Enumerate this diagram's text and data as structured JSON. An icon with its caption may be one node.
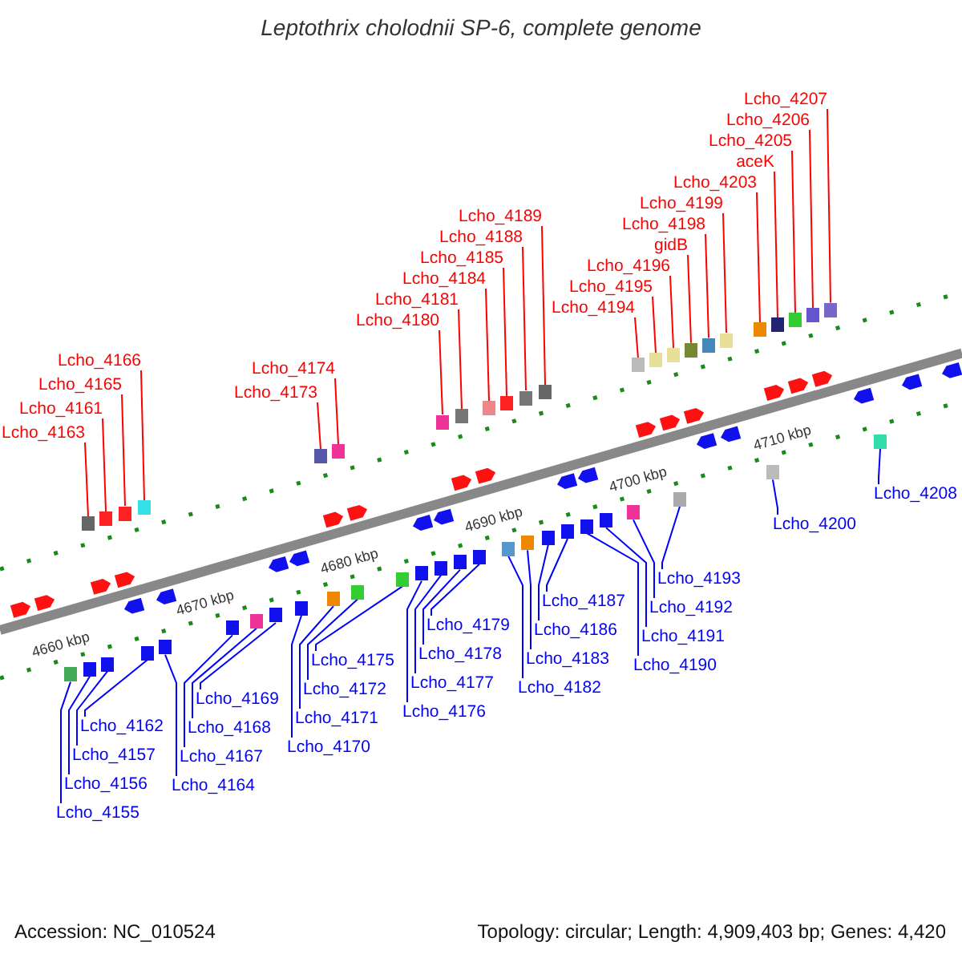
{
  "diagram": {
    "title": "Leptothrix cholodnii SP-6, complete genome",
    "nodes": [
      {
        "text": [
          "Lcho_4163"
        ]
      },
      {
        "text": [],
        "shape": "box"
      },
      {
        "text": [
          "Lcho_4161"
        ]
      },
      {
        "text": [],
        "shape": "box"
      },
      {
        "text": [
          "Lcho_4165"
        ]
      },
      {
        "text": [],
        "shape": "box"
      },
      {
        "text": [
          "Lcho_4166"
        ]
      },
      {
        "text": [],
        "shape": "box"
      },
      {
        "text": [
          "Lcho_4173"
        ]
      },
      {
        "text": [],
        "shape": "box"
      },
      {
        "text": [
          "Lcho_4174"
        ]
      },
      {
        "text": [],
        "shape": "box"
      },
      {
        "text": [
          "Lcho_4180"
        ]
      },
      {
        "text": [],
        "shape": "box"
      },
      {
        "text": [
          "Lcho_4181"
        ]
      },
      {
        "text": [],
        "shape": "box"
      },
      {
        "text": [
          "Lcho_4184"
        ]
      },
      {
        "text": [],
        "shape": "box"
      },
      {
        "text": [
          "Lcho_4185"
        ]
      },
      {
        "text": [],
        "shape": "box"
      },
      {
        "text": [
          "Lcho_4188"
        ]
      },
      {
        "text": [],
        "shape": "box"
      },
      {
        "text": [
          "Lcho_4189"
        ]
      },
      {
        "text": [],
        "shape": "box"
      },
      {
        "text": [
          "Lcho_4194"
        ]
      },
      {
        "text": [],
        "shape": "box"
      },
      {
        "text": [
          "Lcho_4195"
        ]
      },
      {
        "text": [],
        "shape": "box"
      },
      {
        "text": [
          "Lcho_4196"
        ]
      },
      {
        "text": [],
        "shape": "box"
      },
      {
        "text": [
          "gidB"
        ]
      },
      {
        "text": [],
        "shape": "box"
      },
      {
        "text": [
          "Lcho_4198"
        ]
      },
      {
        "text": [],
        "shape": "box"
      },
      {
        "text": [
          "Lcho_4199"
        ]
      },
      {
        "text": [],
        "shape": "box"
      },
      {
        "text": [
          "Lcho_4203"
        ]
      },
      {
        "text": [],
        "shape": "box"
      },
      {
        "text": [
          "aceK"
        ]
      },
      {
        "text": [],
        "shape": "box"
      },
      {
        "text": [
          "Lcho_4205"
        ]
      },
      {
        "text": [],
        "shape": "box"
      },
      {
        "text": [
          "Lcho_4206"
        ]
      },
      {
        "text": [],
        "shape": "box"
      },
      {
        "text": [
          "Lcho_4207"
        ]
      },
      {
        "text": [],
        "shape": "box"
      },
      {
        "text": [
          "Lcho_4155"
        ]
      },
      {
        "text": [],
        "shape": "box"
      },
      {
        "text": [
          "Lcho_4156"
        ]
      },
      {
        "text": [],
        "shape": "box"
      },
      {
        "text": [
          "Lcho_4157"
        ]
      },
      {
        "text": [],
        "shape": "box"
      },
      {
        "text": [
          "Lcho_4162"
        ]
      },
      {
        "text": [],
        "shape": "box"
      },
      {
        "text": [
          "Lcho_4164"
        ]
      },
      {
        "text": [],
        "shape": "box"
      },
      {
        "text": [
          "Lcho_4167"
        ]
      },
      {
        "text": [],
        "shape": "box"
      },
      {
        "text": [
          "Lcho_4168"
        ]
      },
      {
        "text": [],
        "shape": "box"
      },
      {
        "text": [
          "Lcho_4169"
        ]
      },
      {
        "text": [],
        "shape": "box"
      },
      {
        "text": [
          "Lcho_4170"
        ]
      },
      {
        "text": [],
        "shape": "box"
      },
      {
        "text": [
          "Lcho_4171"
        ]
      },
      {
        "text": [],
        "shape": "box"
      },
      {
        "text": [
          "Lcho_4172"
        ]
      },
      {
        "text": [],
        "shape": "box"
      },
      {
        "text": [
          "Lcho_4175"
        ]
      },
      {
        "text": [],
        "shape": "box"
      },
      {
        "text": [
          "Lcho_4176"
        ]
      },
      {
        "text": [],
        "shape": "box"
      },
      {
        "text": [
          "Lcho_4177"
        ]
      },
      {
        "text": [],
        "shape": "box"
      },
      {
        "text": [
          "Lcho_4178"
        ]
      },
      {
        "text": [],
        "shape": "box"
      },
      {
        "text": [
          "Lcho_4179"
        ]
      },
      {
        "text": [],
        "shape": "box"
      },
      {
        "text": [
          "Lcho_4182"
        ]
      },
      {
        "text": [],
        "shape": "box"
      },
      {
        "text": [
          "Lcho_4183"
        ]
      },
      {
        "text": [],
        "shape": "box"
      },
      {
        "text": [
          "Lcho_4186"
        ]
      },
      {
        "text": [],
        "shape": "box"
      },
      {
        "text": [
          "Lcho_4187"
        ]
      },
      {
        "text": [],
        "shape": "box"
      },
      {
        "text": [
          "Lcho_4190"
        ]
      },
      {
        "text": [],
        "shape": "box"
      },
      {
        "text": [
          "Lcho_4191"
        ]
      },
      {
        "text": [],
        "shape": "box"
      },
      {
        "text": [
          "Lcho_4192"
        ]
      },
      {
        "text": [],
        "shape": "box"
      },
      {
        "text": [
          "Lcho_4193"
        ]
      },
      {
        "text": [],
        "shape": "box"
      },
      {
        "text": [
          "Lcho_4200"
        ]
      },
      {
        "text": [],
        "shape": "box"
      },
      {
        "text": [
          "Lcho_4208"
        ]
      },
      {
        "text": [],
        "shape": "box"
      }
    ],
    "edges": [
      {
        "from": 0,
        "to": 1,
        "arrow": "none",
        "color": "#ff0000"
      },
      {
        "from": 2,
        "to": 3,
        "arrow": "none",
        "color": "#ff0000"
      },
      {
        "from": 4,
        "to": 5,
        "arrow": "none",
        "color": "#ff0000"
      },
      {
        "from": 6,
        "to": 7,
        "arrow": "none",
        "color": "#ff0000"
      },
      {
        "from": 8,
        "to": 9,
        "arrow": "none",
        "color": "#ff0000"
      },
      {
        "from": 10,
        "to": 11,
        "arrow": "none",
        "color": "#ff0000"
      },
      {
        "from": 12,
        "to": 13,
        "arrow": "none",
        "color": "#ff0000"
      },
      {
        "from": 14,
        "to": 15,
        "arrow": "none",
        "color": "#ff0000"
      },
      {
        "from": 16,
        "to": 17,
        "arrow": "none",
        "color": "#ff0000"
      },
      {
        "from": 18,
        "to": 19,
        "arrow": "none",
        "color": "#ff0000"
      },
      {
        "from": 20,
        "to": 21,
        "arrow": "none",
        "color": "#ff0000"
      },
      {
        "from": 22,
        "to": 23,
        "arrow": "none",
        "color": "#ff0000"
      },
      {
        "from": 24,
        "to": 25,
        "arrow": "none",
        "color": "#ff0000"
      },
      {
        "from": 26,
        "to": 27,
        "arrow": "none",
        "color": "#ff0000"
      },
      {
        "from": 28,
        "to": 29,
        "arrow": "none",
        "color": "#ff0000"
      },
      {
        "from": 30,
        "to": 31,
        "arrow": "none",
        "color": "#ff0000"
      },
      {
        "from": 32,
        "to": 33,
        "arrow": "none",
        "color": "#ff0000"
      },
      {
        "from": 34,
        "to": 35,
        "arrow": "none",
        "color": "#ff0000"
      },
      {
        "from": 36,
        "to": 37,
        "arrow": "none",
        "color": "#ff0000"
      },
      {
        "from": 38,
        "to": 39,
        "arrow": "none",
        "color": "#ff0000"
      },
      {
        "from": 40,
        "to": 41,
        "arrow": "none",
        "color": "#ff0000"
      },
      {
        "from": 42,
        "to": 43,
        "arrow": "none",
        "color": "#ff0000"
      },
      {
        "from": 44,
        "to": 45,
        "arrow": "none",
        "color": "#ff0000"
      },
      {
        "from": 46,
        "to": 47,
        "arrow": "none"
      },
      {
        "from": 48,
        "to": 49,
        "arrow": "none"
      },
      {
        "from": 50,
        "to": 51,
        "arrow": "none"
      },
      {
        "from": 52,
        "to": 53,
        "arrow": "none"
      },
      {
        "from": 54,
        "to": 55,
        "arrow": "none"
      },
      {
        "from": 56,
        "to": 57,
        "arrow": "none"
      },
      {
        "from": 58,
        "to": 59,
        "arrow": "none"
      },
      {
        "from": 60,
        "to": 61,
        "arrow": "none"
      },
      {
        "from": 62,
        "to": 63,
        "arrow": "none"
      },
      {
        "from": 64,
        "to": 65,
        "arrow": "none"
      },
      {
        "from": 66,
        "to": 67,
        "arrow": "none"
      },
      {
        "from": 68,
        "to": 69,
        "arrow": "none"
      },
      {
        "from": 70,
        "to": 71,
        "arrow": "none"
      },
      {
        "from": 72,
        "to": 73,
        "arrow": "none"
      },
      {
        "from": 74,
        "to": 75,
        "arrow": "none"
      },
      {
        "from": 76,
        "to": 77,
        "arrow": "none"
      },
      {
        "from": 78,
        "to": 79,
        "arrow": "none"
      },
      {
        "from": 80,
        "to": 81,
        "arrow": "none"
      },
      {
        "from": 82,
        "to": 83,
        "arrow": "none"
      },
      {
        "from": 84,
        "to": 85,
        "arrow": "none"
      },
      {
        "from": 86,
        "to": 87,
        "arrow": "none"
      },
      {
        "from": 88,
        "to": 89,
        "arrow": "none"
      },
      {
        "from": 90,
        "to": 91,
        "arrow": "none"
      },
      {
        "from": 92,
        "to": 93,
        "arrow": "none"
      },
      {
        "from": 94,
        "to": 95,
        "arrow": "none"
      },
      {
        "from": 96,
        "to": 97,
        "arrow": "none"
      }
    ],
    "labels": [
      "4660 kbp",
      "4670 kbp",
      "4680 kbp",
      "4690 kbp",
      "4700 kbp",
      "4710 kbp",
      "Accession: NC_010524",
      "Topology: circular; Length: 4,909,403 bp; Genes: 4,420"
    ]
  }
}
